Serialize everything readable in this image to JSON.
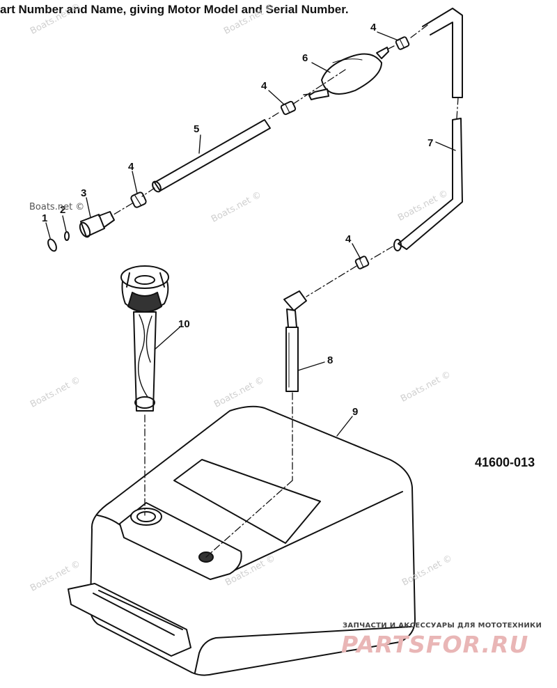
{
  "header": {
    "text": "art Number and Name, giving Motor Model and Serial Number."
  },
  "figure_number": "41600-013",
  "callouts": {
    "c1": "1",
    "c2": "2",
    "c3": "3",
    "c4a": "4",
    "c4b": "4",
    "c4c": "4",
    "c4d": "4",
    "c5": "5",
    "c6": "6",
    "c7": "7",
    "c8": "8",
    "c9": "9",
    "c10": "10"
  },
  "watermark": {
    "text": "Boats.net ©"
  },
  "branding": {
    "tagline": "ЗАПЧАСТИ И АКСЕССУАРЫ ДЛЯ МОТОТЕХНИКИ",
    "logo": "PARTSFOR.RU",
    "logo_color": "#e9b6b6"
  },
  "colors": {
    "ink": "#111111",
    "paper": "#ffffff"
  }
}
